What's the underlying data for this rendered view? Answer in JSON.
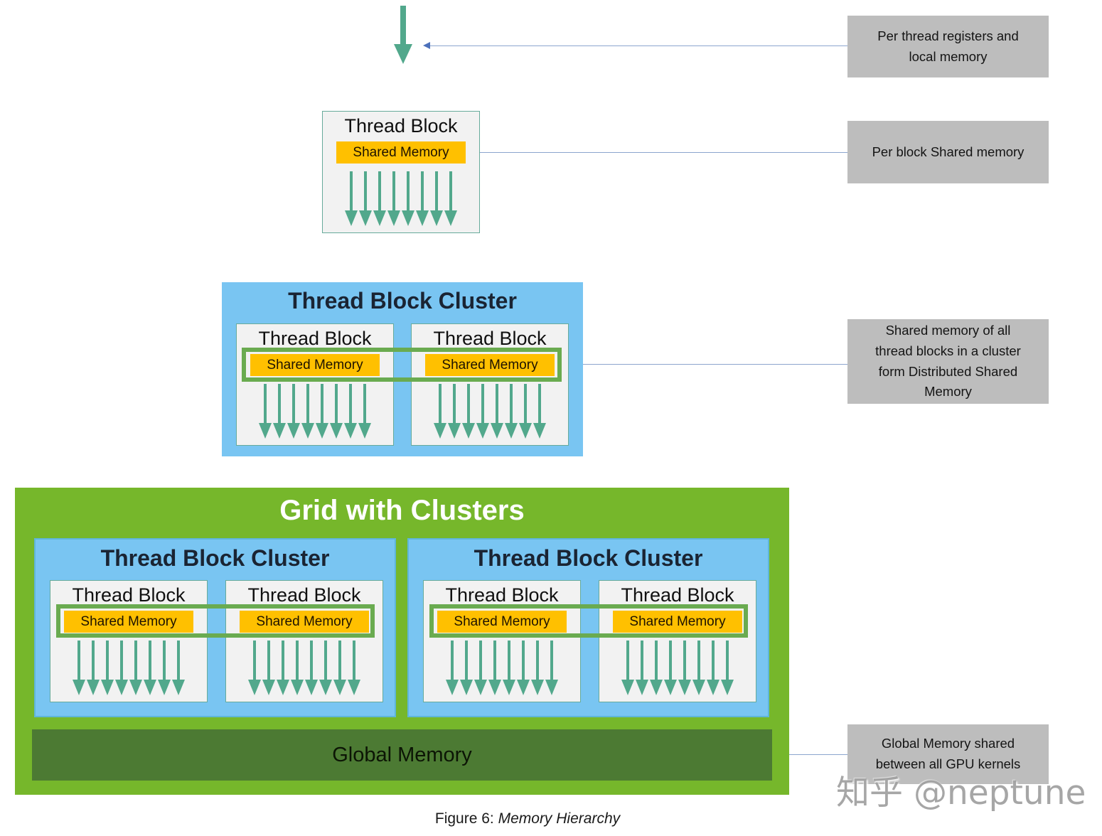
{
  "diagram": {
    "labels": {
      "thread_block": "Thread Block",
      "shared_memory": "Shared Memory",
      "thread_block_cluster": "Thread Block Cluster",
      "grid_with_clusters": "Grid with Clusters",
      "global_memory": "Global Memory"
    },
    "annotations": [
      {
        "id": "per-thread",
        "text": "Per thread registers and\nlocal memory"
      },
      {
        "id": "per-block",
        "text": "Per block Shared memory"
      },
      {
        "id": "distributed-shared-memory",
        "text": "Shared memory of all\nthread blocks in a cluster\nform Distributed Shared\nMemory"
      },
      {
        "id": "global-memory",
        "text": "Global Memory shared\nbetween all GPU kernels"
      }
    ],
    "caption": {
      "prefix": "Figure 6: ",
      "title": "Memory Hierarchy"
    },
    "watermark": "知乎 @neptune",
    "arrow_count": 8,
    "colors": {
      "sky_blue": "#79C5F2",
      "grid_green": "#76B72B",
      "global_green": "#4C7A33",
      "bar_orange": "#FFC000",
      "arrow_teal": "#52A88C",
      "block_border": "#67AB9B",
      "dsm_green": "#6AAB50",
      "label_gray": "#BDBDBD",
      "connector_line": "#8CA5CE",
      "connector_head": "#4D71BB",
      "block_bg": "#F2F2F2",
      "title_navy": "#1A2433"
    }
  }
}
